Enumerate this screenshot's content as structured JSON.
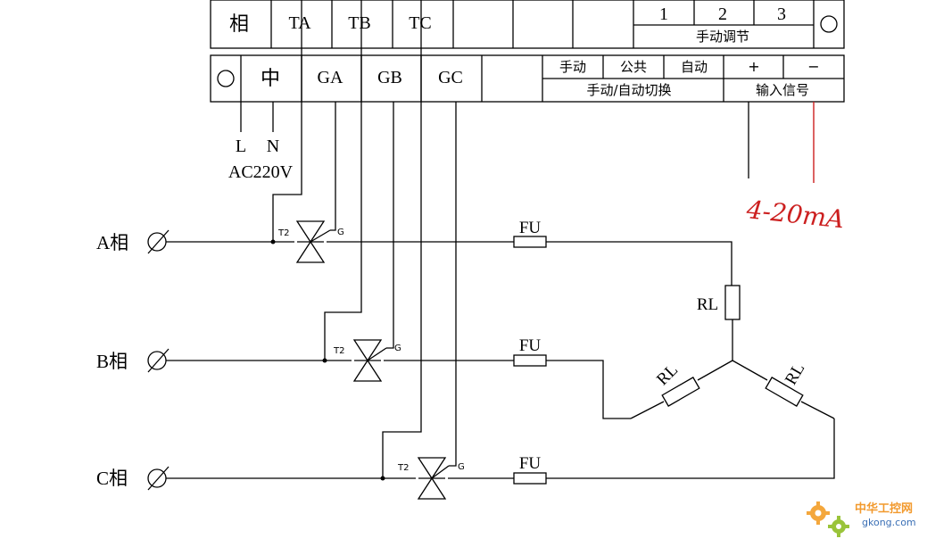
{
  "terminal_block_top": {
    "cells": [
      "相",
      "TA",
      "TB",
      "TC",
      "",
      "",
      ""
    ],
    "manual_adjust": {
      "positions": [
        "1",
        "2",
        "3"
      ],
      "label": "手动调节"
    }
  },
  "terminal_block_bottom": {
    "cells": [
      "中",
      "GA",
      "GB",
      "GC",
      ""
    ],
    "switch": {
      "options": [
        "手动",
        "公共",
        "自动"
      ],
      "label": "手动/自动切换"
    },
    "input_signal": {
      "plus": "+",
      "minus": "−",
      "label": "输入信号"
    }
  },
  "power_supply": {
    "L": "L",
    "N": "N",
    "voltage": "AC220V"
  },
  "signal_annotation": "4-20mA",
  "phases": [
    {
      "label": "A相",
      "trigger_label": "T2",
      "gate_label": "G",
      "fuse_label": "FU"
    },
    {
      "label": "B相",
      "trigger_label": "T2",
      "gate_label": "G",
      "fuse_label": "FU"
    },
    {
      "label": "C相",
      "trigger_label": "T2",
      "gate_label": "G",
      "fuse_label": "FU"
    }
  ],
  "loads": [
    "RL",
    "RL",
    "RL"
  ],
  "watermark": {
    "name": "中华工控网",
    "domain": "gkong.com",
    "colors": {
      "gear": "#f4a73c",
      "gear_green": "#9ac43a"
    }
  }
}
